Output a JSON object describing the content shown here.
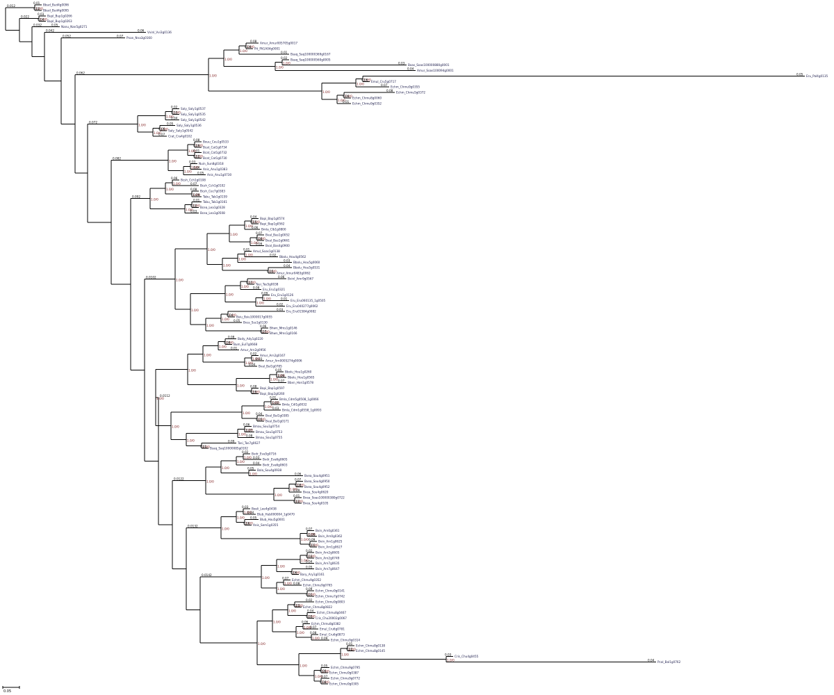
{
  "tree": {
    "scale_label": "0.05",
    "leaves": [
      "Bbud_Bud4g0096",
      "Bbud_Bud4g0095",
      "Bupl_Bup1g0266",
      "Bupl_Bup1g0263",
      "Nanu_Nan5g0271",
      "Vvinl_Vvi3g0136",
      "Pnan_Nna3g0160",
      "Amur_Amur005705g0017",
      "Pit_Plt1A04g0001",
      "Bsaq_Saq100000369g0167",
      "Bsaq_Saq100000560g0005",
      "Boas_Soas100000880g0001",
      "Amur_Soas100094g0001",
      "Eru_Pal4g0135",
      "Emul_Cru5g0717",
      "Echm_Chmu9g0355",
      "Echm_Chmu5g0372",
      "Echm_Chmu8g0060",
      "Echm_Chmu9g0352",
      "Saly_Saly1g0537",
      "Saly_Saly1g0535",
      "Saly_Saly1g0542",
      "Saly_Saly1g0536",
      "Saly_Saly1g0542",
      "Crat_Cra4g0102",
      "Bouu_Ceu1g0533",
      "Bcat_Cat1g0734",
      "Bcat_Cat1g0732",
      "Bcat_Cat1g0730",
      "Nuin_Sun8g0318",
      "Anis_Anu1g0383",
      "Anis_Anu1g0730",
      "Bcsh_Cch1g0108",
      "Bcsh_Cch1g0102",
      "Bcsh_Cec7g0383",
      "Tabu_Tab1g0159",
      "Tabu_Tab1g0161",
      "Bcea_Lea1g0328",
      "Bcea_Lea1g0508",
      "Bapi_Bap1g0574",
      "Bapi_Bap1g0562",
      "Bmla_Clb1g0800",
      "Bval_Bas1g0052",
      "Bval_Bas1g0661",
      "Bval_Bas4g0900",
      "Amul_Soas1g0138",
      "Bbolu_Hou4g0562",
      "Bbolu_Hou5g0060",
      "Bbolu_Hou5g0531",
      "Amur_Amur0483g0062",
      "Bvinl_Amr9g0567",
      "Tasi_Tas5g0038",
      "Eru_Eru1g0321",
      "Eru_Eru1g0126",
      "Eru_Eru060135_1g0505",
      "Eru_Eru040277g0062",
      "Eru_Eru01584g0082",
      "Bsiu_Bsiu1000017g0055",
      "Bvss_Sss1g0130",
      "Bhwn_Mms1g0146",
      "Bhwn_Mms1g0166",
      "Bady_Ady1g0220",
      "Bum_Eul7g0668",
      "Amur_Arn2g0956",
      "Amur_Arn2g0167",
      "Amur_Arn0005274g0006",
      "Bval_Bal1g0785",
      "Bbolu_Hou1g0260",
      "Bbolu_Hou1g0565",
      "Bbxn_Hon1g0578",
      "Bapi_Bap1g0597",
      "Bapi_Bap2g0260",
      "Bmla_Cdm5g0508_1g0066",
      "Bmla_Cdl1g0032",
      "Bmla_Cdm1g0558_1g0093",
      "Bval_Bal1g0385",
      "Bval_Bal1g0171",
      "Bmau_Sou1g0754",
      "Bmau_Sou1g0753",
      "Bmau_Sou1g0755",
      "Tasi_Tas7g0627",
      "Bsaq_Saq10000085g0102",
      "Bvdr_Eva5g0716",
      "Bvdr_Eva6g0605",
      "Bvdr_Eva6g0603",
      "Bola_Sou4g0938",
      "Bvea_Sou4g0951",
      "Bvea_Sou4g0950",
      "Bvea_Sou4g0952",
      "Bvea_Sou4g0620",
      "Bvea_Soas100000380g0722",
      "Bvea_Sou4g0105",
      "Boeli_Lee4g0438",
      "Blub_Hub000004_1g0470",
      "Blub_Hou5g0001",
      "Anis_Sem1g0355",
      "Bvin_Arn0g0361",
      "Bvin_Arn0g0362",
      "Bvin_Arn1g0625",
      "Bvin_Arn1g0627",
      "Bvin_Arn2g0605",
      "Bvin_Arn2g0749",
      "Bvin_Arn7g0635",
      "Bvin_Arn7g0647",
      "Bary_Ary1g0161",
      "Echm_Chmu9g0352",
      "Echm_Chmu9g0765",
      "Echm_Chmu9g0141",
      "Echm_Chmu7g0742",
      "Echm_Chmu9g0803",
      "Echm_Chmu8g0822",
      "Echm_Chmu8g0467",
      "Cris_Chu20002g0067",
      "Echm_Chmu8g0382",
      "Emul_Cru6g0781",
      "Emul_Cru6g0873",
      "Echm_Chmu9g0314",
      "Echm_Chmu8g0138",
      "Echm_Chmu8g0145",
      "Cris_Chu4g0455",
      "Pcal_Bal1g0762",
      "Echm_Chmu9g0795",
      "Echm_Chmu9g0387",
      "Echm_Chmu9g0772",
      "Echm_Chmu9g0305"
    ]
  }
}
